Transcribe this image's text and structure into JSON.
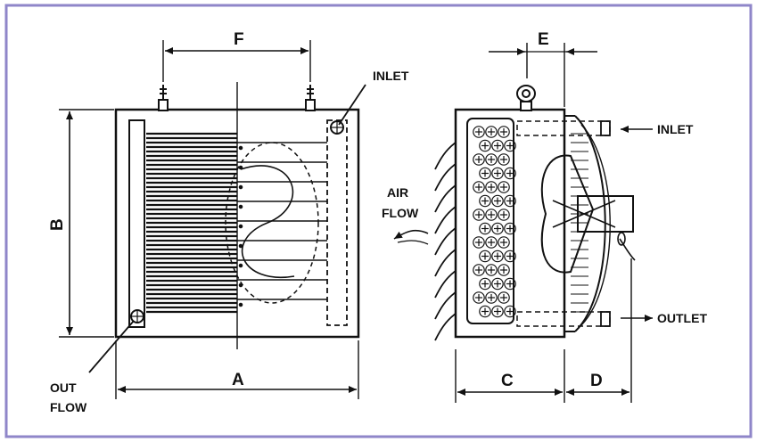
{
  "diagram": {
    "border_color": "#8f86c9",
    "line_color": "#111111",
    "dimensions": {
      "a": "A",
      "b": "B",
      "c": "C",
      "d": "D",
      "e": "E",
      "f": "F"
    },
    "labels": {
      "inlet_front": "INLET",
      "inlet_side": "INLET",
      "outlet": "OUTLET",
      "air": "AIR",
      "flow": "FLOW",
      "out": "OUT",
      "out_flow": "FLOW"
    }
  }
}
